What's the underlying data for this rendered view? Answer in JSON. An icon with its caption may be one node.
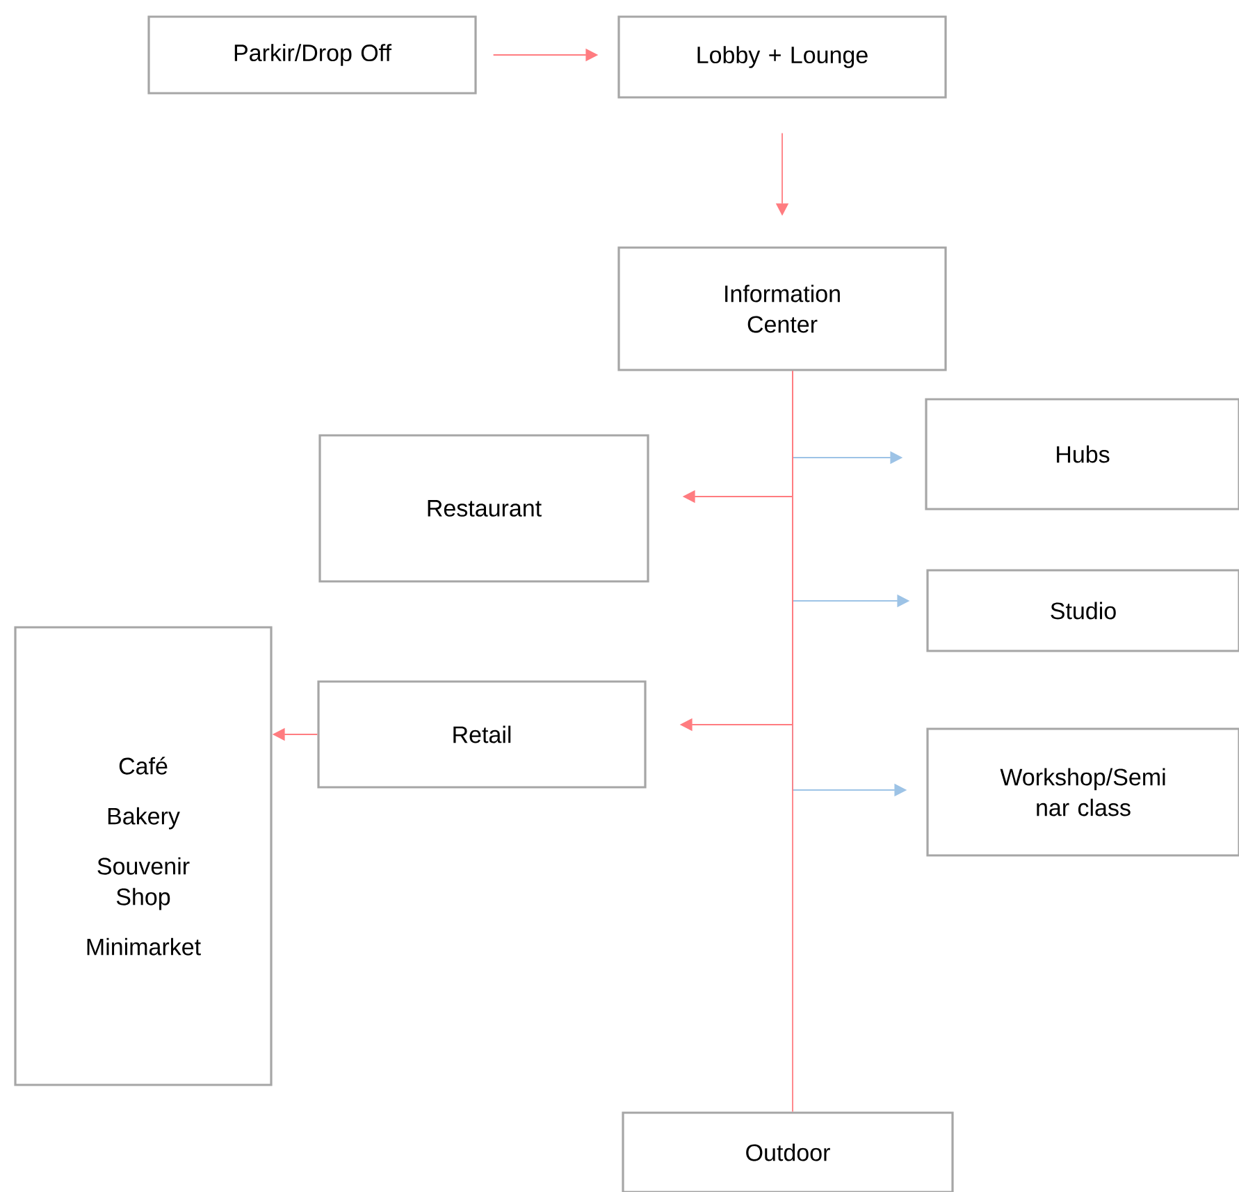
{
  "diagram": {
    "nodes": [
      {
        "text": [
          "Parkir/Drop Off"
        ]
      },
      {
        "text": [
          "Lobby + Lounge"
        ]
      },
      {
        "text": [
          "Information Center"
        ]
      },
      {
        "text": [
          "Restaurant"
        ]
      },
      {
        "text": [
          "Hubs"
        ]
      },
      {
        "text": [
          "Studio"
        ]
      },
      {
        "text": [
          "Retail"
        ]
      },
      {
        "text": [
          "Café",
          "Bakery",
          "Souvenir Shop",
          "Minimarket"
        ]
      },
      {
        "text": [
          "Workshop/Semi nar class"
        ]
      },
      {
        "text": [
          "Outdoor"
        ]
      }
    ],
    "edges": [
      {
        "from": 0,
        "to": 1,
        "arrow": "to"
      },
      {
        "from": 1,
        "to": 2,
        "arrow": "to"
      },
      {
        "from": 2,
        "to": 4,
        "arrow": "to",
        "color": "#9dc3e6"
      },
      {
        "from": 2,
        "to": 3,
        "arrow": "to"
      },
      {
        "from": 2,
        "to": 5,
        "arrow": "to",
        "color": "#9dc3e6"
      },
      {
        "from": 2,
        "to": 6,
        "arrow": "to"
      },
      {
        "from": 2,
        "to": 8,
        "arrow": "to",
        "color": "#9dc3e6"
      },
      {
        "from": 6,
        "to": 7,
        "arrow": "to"
      },
      {
        "from": 2,
        "to": 9,
        "arrow": "none"
      }
    ]
  }
}
